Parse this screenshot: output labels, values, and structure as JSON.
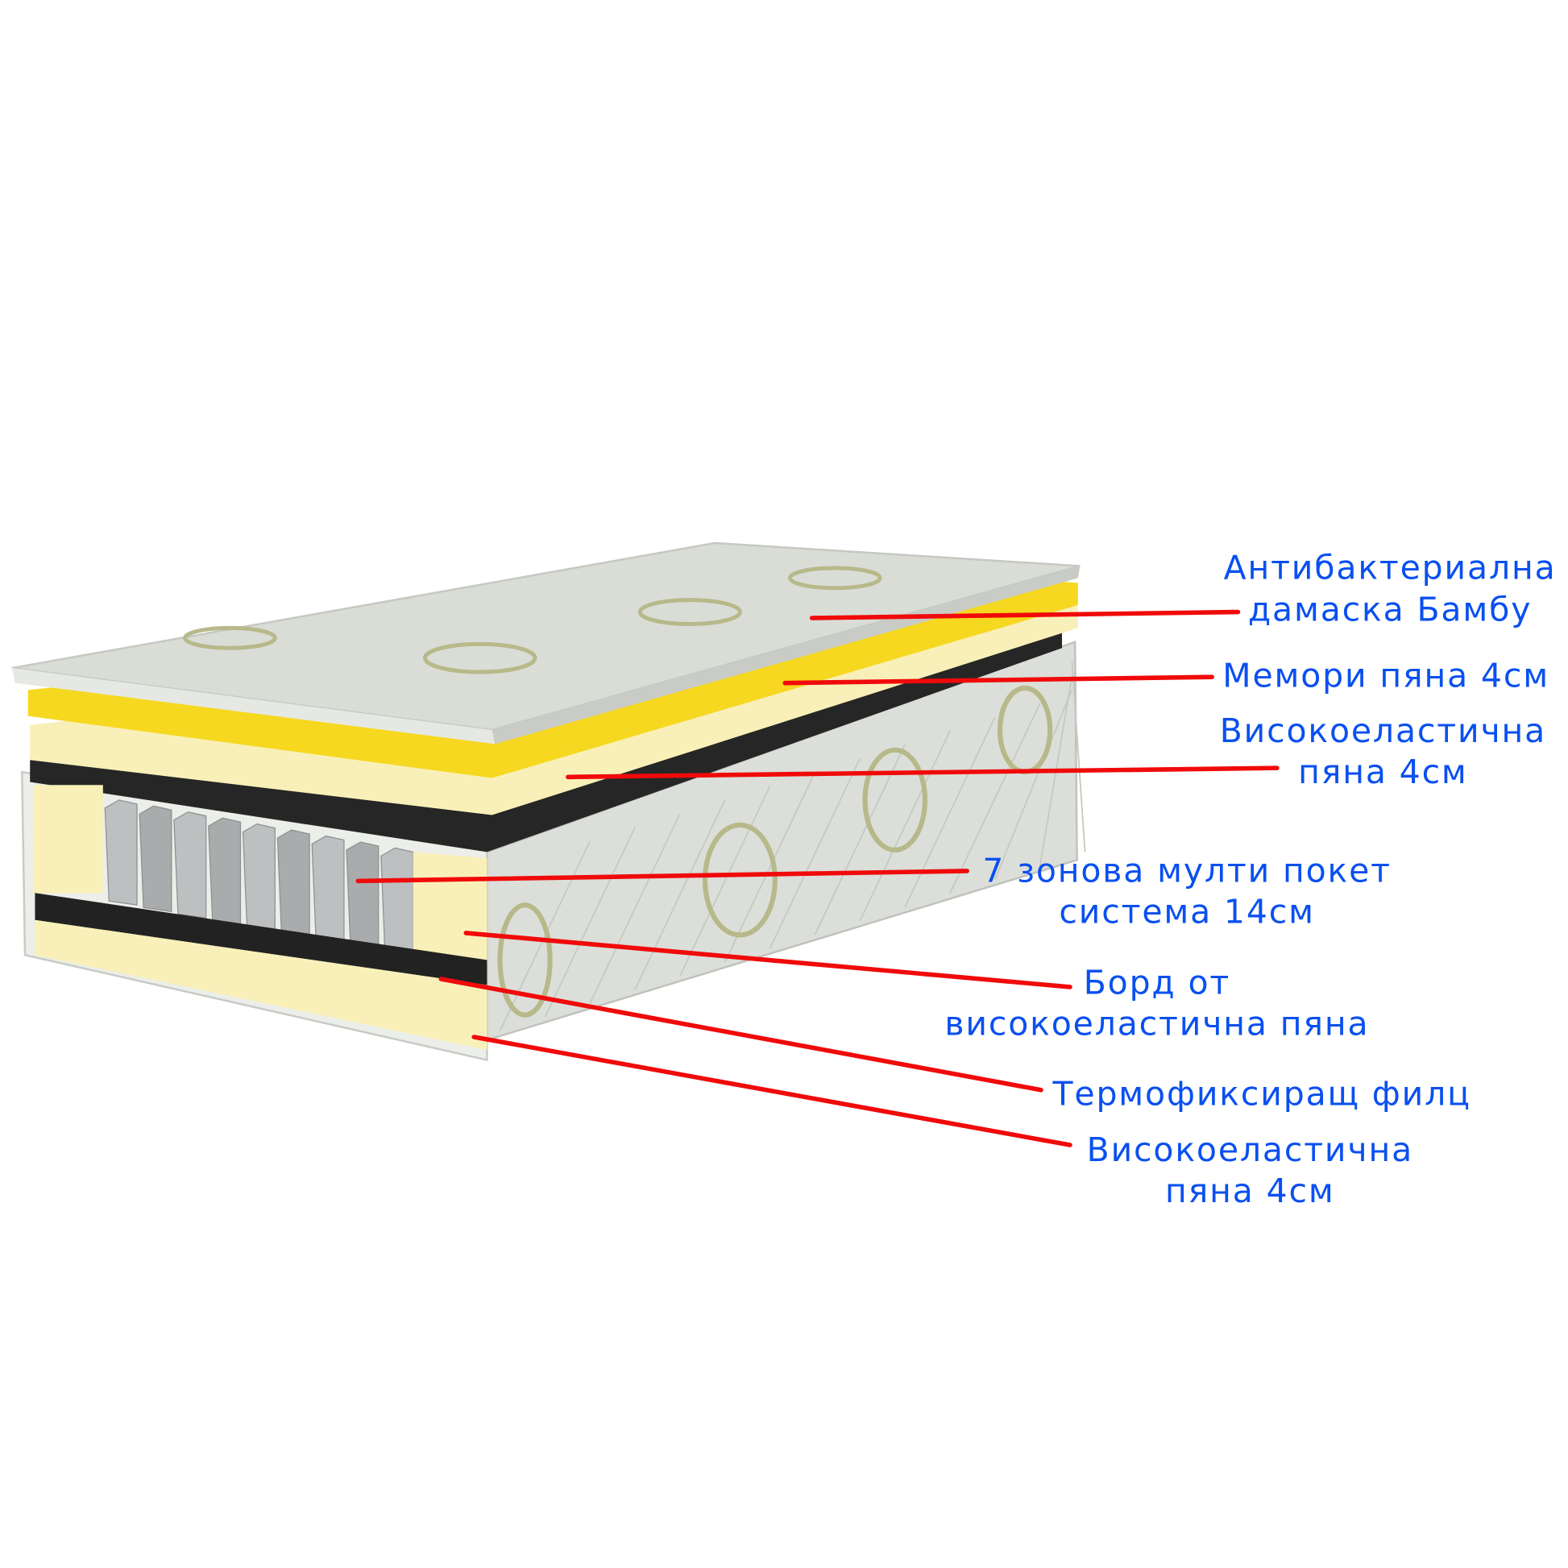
{
  "colors": {
    "label_text": "#0a50f0",
    "leader_line": "#f00a0a",
    "memory_foam": "#f5d81f",
    "hr_foam": "#f8f0b8",
    "felt": "#262626",
    "cover": "#d9ddd6"
  },
  "labels": [
    {
      "lines": [
        "Антибактериална",
        "дамаска Бамбу"
      ]
    },
    {
      "lines": [
        "Мемори пяна 4см"
      ]
    },
    {
      "lines": [
        "Високоеластична",
        "пяна 4см"
      ]
    },
    {
      "lines": [
        "7 зонова мулти покет",
        "система 14см"
      ]
    },
    {
      "lines": [
        "Борд от",
        "високоеластична пяна"
      ]
    },
    {
      "lines": [
        "Термофиксиращ филц"
      ]
    },
    {
      "lines": [
        "Високоеластична",
        "пяна 4см"
      ]
    }
  ],
  "spring_count": 9
}
